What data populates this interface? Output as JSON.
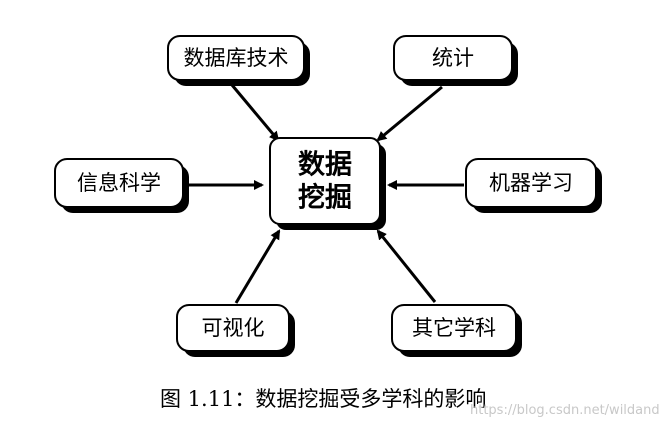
{
  "center": {
    "line1": "数据",
    "line2": "挖掘"
  },
  "nodes": {
    "database": "数据库技术",
    "statistics": "统计",
    "information_science": "信息科学",
    "machine_learning": "机器学习",
    "visualization": "可视化",
    "other_disciplines": "其它学科"
  },
  "caption": "图 1.11：数据挖掘受多学科的影响",
  "watermark": "https://blog.csdn.net/wildand"
}
